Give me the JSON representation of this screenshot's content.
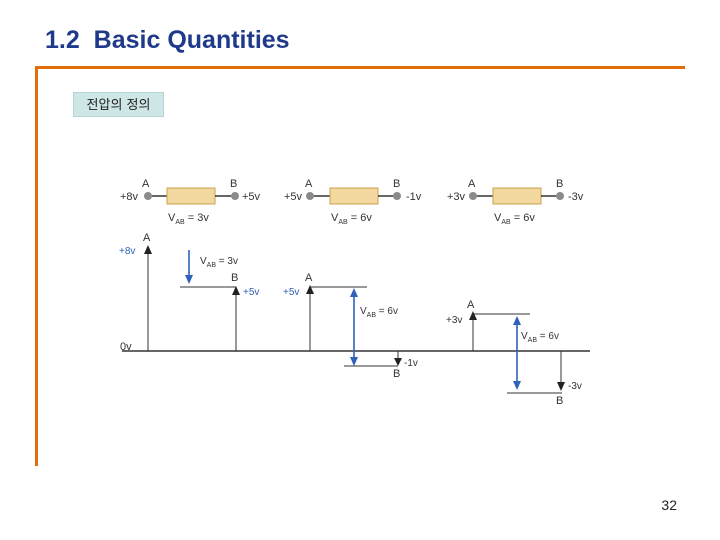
{
  "slide": {
    "title_num": "1.2",
    "title_text": "Basic Quantities",
    "tag": "전압의 정의",
    "page_number": "32"
  },
  "resistors": [
    {
      "a_label": "A",
      "b_label": "B",
      "a_value": "+8v",
      "b_value": "+5v",
      "v_sub": "AB",
      "v_rest": " = 3v"
    },
    {
      "a_label": "A",
      "b_label": "B",
      "a_value": "+5v",
      "b_value": "-1v",
      "v_sub": "AB",
      "v_rest": " = 6v"
    },
    {
      "a_label": "A",
      "b_label": "B",
      "a_value": "+3v",
      "b_value": "-3v",
      "v_sub": "AB",
      "v_rest": " = 6v"
    }
  ],
  "levels": {
    "zero": "0v",
    "g1": {
      "a_label": "A",
      "a_value": "+8v",
      "b_label": "B",
      "b_value": "+5v",
      "v_sub": "AB",
      "v_rest": " = 3v"
    },
    "g2": {
      "a_label": "A",
      "a_value": "+5v",
      "b_label": "B",
      "b_value": "-1v",
      "v_sub": "AB",
      "v_rest": " = 6v"
    },
    "g3": {
      "a_label": "A",
      "a_value": "+3v",
      "b_label": "B",
      "b_value": "-3v",
      "v_sub": "AB",
      "v_rest": " = 6v"
    }
  },
  "colors": {
    "title": "#1f3a8a",
    "accent": "#e36c0a",
    "resistor_fill": "#f3d9a0",
    "resistor_stroke": "#c9a24a",
    "arrow_blue": "#2f62b8",
    "tag_bg": "#cfe6e6",
    "line": "#333333"
  }
}
